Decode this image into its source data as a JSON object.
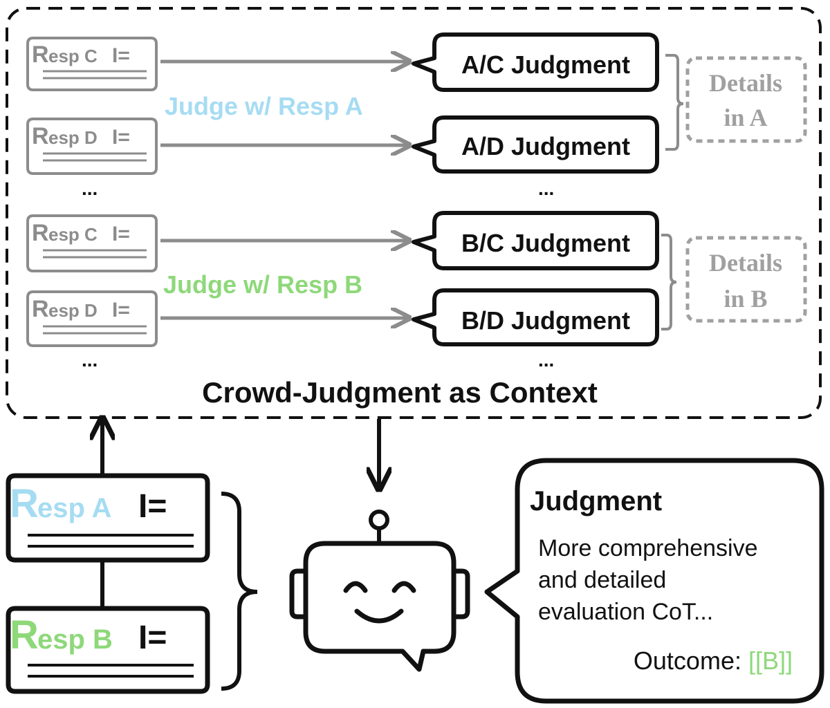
{
  "top_section": {
    "title": "Crowd-Judgment as Context",
    "groups": [
      {
        "label": "Judge w/ Resp A",
        "label_color": "#a6dcf2",
        "responses": [
          {
            "cap": "R",
            "rest": "esp C"
          },
          {
            "cap": "R",
            "rest": "esp D"
          }
        ],
        "ellipsis": "...",
        "judgments": [
          "A/C Judgment",
          "A/D Judgment"
        ],
        "judgment_ellipsis": "...",
        "details": [
          "Details",
          "in A"
        ]
      },
      {
        "label": "Judge w/ Resp B",
        "label_color": "#8ed87a",
        "responses": [
          {
            "cap": "R",
            "rest": "esp C"
          },
          {
            "cap": "R",
            "rest": "esp D"
          }
        ],
        "ellipsis": "...",
        "judgments": [
          "B/C Judgment",
          "B/D Judgment"
        ],
        "judgment_ellipsis": "...",
        "details": [
          "Details",
          "in B"
        ]
      }
    ]
  },
  "inputs": {
    "resp_a": {
      "cap": "R",
      "rest": "esp A",
      "color": "#a6dcf2"
    },
    "resp_b": {
      "cap": "R",
      "rest": "esp B",
      "color": "#8ed87a"
    }
  },
  "bubble": {
    "heading": "Judgment",
    "body_lines": [
      "More comprehensive",
      "and detailed",
      "evaluation CoT..."
    ],
    "outcome_label": "Outcome: ",
    "outcome_value": "[[B]]",
    "outcome_color": "#8ed87a"
  },
  "colors": {
    "gray": "#8c8c8c",
    "dark": "#111111",
    "detail_gray": "#a0a0a0"
  }
}
